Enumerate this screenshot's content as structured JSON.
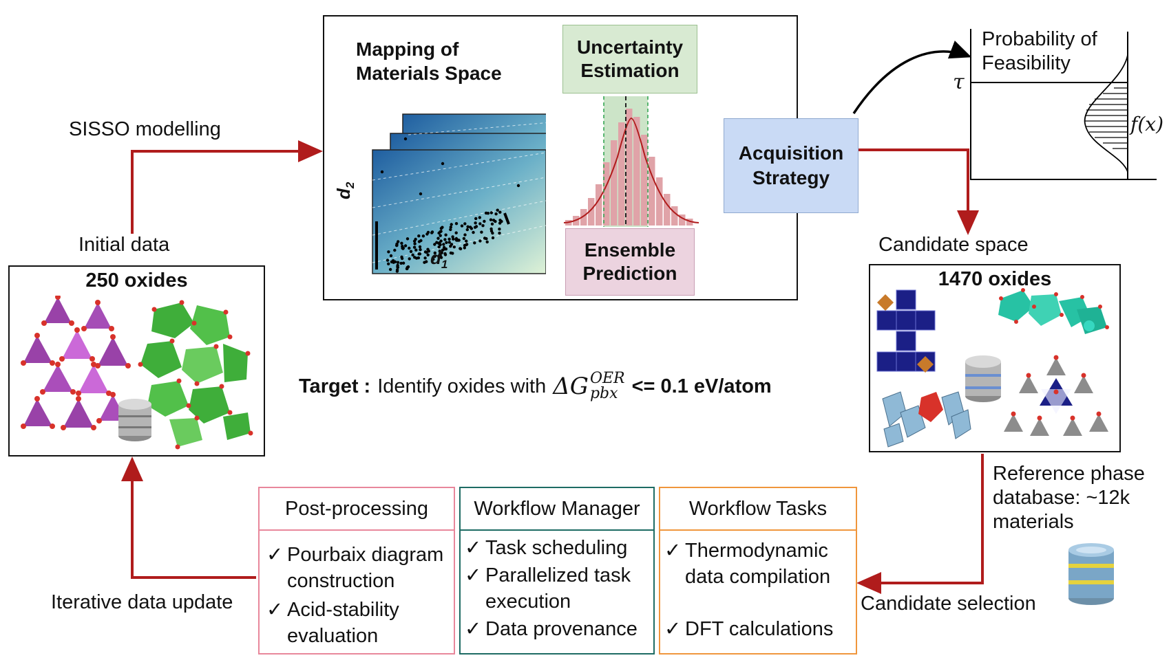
{
  "labels": {
    "sisso": "SISSO modelling",
    "initial_data": "Initial data",
    "candidate_space": "Candidate space",
    "iterative_update": "Iterative data update",
    "candidate_selection": "Candidate selection",
    "reference_db": [
      "Reference phase",
      "database: ~12k",
      "materials"
    ]
  },
  "initial_panel": {
    "title": "250 oxides"
  },
  "candidate_panel": {
    "title": "1470 oxides"
  },
  "center": {
    "mapping_title": [
      "Mapping  of",
      "Materials Space"
    ],
    "uncertainty": [
      "Uncertainty",
      "Estimation"
    ],
    "ensemble": [
      "Ensemble",
      "Prediction"
    ],
    "acquisition": [
      "Acquisition",
      "Strategy"
    ],
    "axis_d1": "d",
    "axis_d1_sub": "1",
    "axis_d2": "d",
    "axis_d2_sub": "2"
  },
  "probability": {
    "title": [
      "Probability of",
      "Feasibility"
    ],
    "tau": "τ",
    "fx": "f(x)"
  },
  "target": {
    "prefix": "Target :",
    "text": "Identify oxides with",
    "symbol_delta": "ΔG",
    "symbol_sup": "OER",
    "symbol_sub": "pbx",
    "suffix": "<= 0.1 eV/atom"
  },
  "workflow": {
    "post_processing": {
      "header": "Post-processing",
      "items": [
        [
          "Pourbaix diagram",
          "construction"
        ],
        [
          "Acid-stability",
          "evaluation"
        ]
      ]
    },
    "manager": {
      "header": "Workflow Manager",
      "items": [
        [
          "Task scheduling"
        ],
        [
          "Parallelized task",
          "execution"
        ],
        [
          "Data provenance"
        ]
      ]
    },
    "tasks": {
      "header": "Workflow Tasks",
      "items": [
        [
          "Thermodynamic",
          "data compilation"
        ],
        [
          "DFT calculations"
        ]
      ]
    },
    "check": "✓"
  },
  "colors": {
    "arrow": "#b01c1c",
    "uncertainty_bg": "#d8ead2",
    "ensemble_bg": "#ecd3df",
    "acquisition_bg": "#c9daf5",
    "post_border": "#e8879b",
    "manager_border": "#1d6b63",
    "tasks_border": "#f0963c",
    "purple": "#8e2d9e",
    "green": "#3fae3a",
    "navy": "#1b1f86",
    "teal": "#27c2a4",
    "lightblue": "#8fb9d6",
    "red_poly": "#d8322a",
    "grey_poly": "#8c8c8c"
  }
}
